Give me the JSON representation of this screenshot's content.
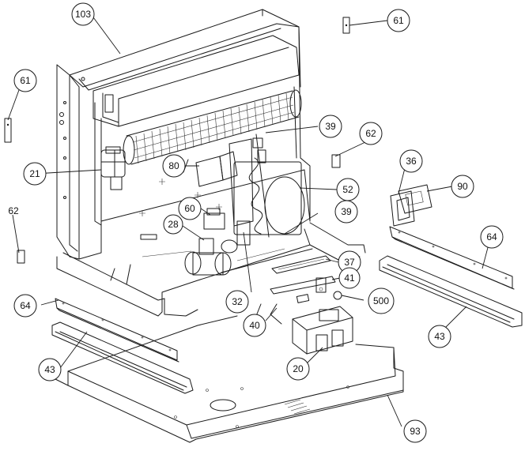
{
  "diagram": {
    "callouts": [
      {
        "id": "c103",
        "label": "103"
      },
      {
        "id": "c61a",
        "label": "61"
      },
      {
        "id": "c61b",
        "label": "61"
      },
      {
        "id": "c62a",
        "label": "62"
      },
      {
        "id": "c62b",
        "label": "62"
      },
      {
        "id": "c39a",
        "label": "39"
      },
      {
        "id": "c39b",
        "label": "39"
      },
      {
        "id": "c21",
        "label": "21"
      },
      {
        "id": "c80",
        "label": "80"
      },
      {
        "id": "c36",
        "label": "36"
      },
      {
        "id": "c90",
        "label": "90"
      },
      {
        "id": "c52",
        "label": "52"
      },
      {
        "id": "c60",
        "label": "60"
      },
      {
        "id": "c28",
        "label": "28"
      },
      {
        "id": "c64a",
        "label": "64"
      },
      {
        "id": "c64b",
        "label": "64"
      },
      {
        "id": "c37",
        "label": "37"
      },
      {
        "id": "c41",
        "label": "41"
      },
      {
        "id": "c32",
        "label": "32"
      },
      {
        "id": "c500",
        "label": "500"
      },
      {
        "id": "c40",
        "label": "40"
      },
      {
        "id": "c43a",
        "label": "43"
      },
      {
        "id": "c43b",
        "label": "43"
      },
      {
        "id": "c20",
        "label": "20"
      },
      {
        "id": "c93",
        "label": "93"
      }
    ]
  }
}
